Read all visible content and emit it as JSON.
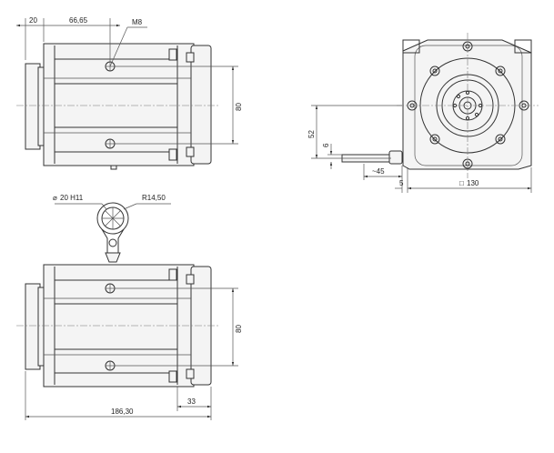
{
  "dimensions": {
    "top_width_left": "20",
    "top_offset": "66,65",
    "thread": "M8",
    "spacing_top": "80",
    "spacing_bottom": "80",
    "flange_52": "52",
    "flange_6": "6",
    "cable_45": "~45",
    "flange_5": "5",
    "square": "130",
    "bore": "20 H11",
    "radius": "R14,50",
    "offset_33": "33",
    "overall_length": "186,30"
  },
  "symbols": {
    "diameter": "⌀",
    "square": "□"
  }
}
